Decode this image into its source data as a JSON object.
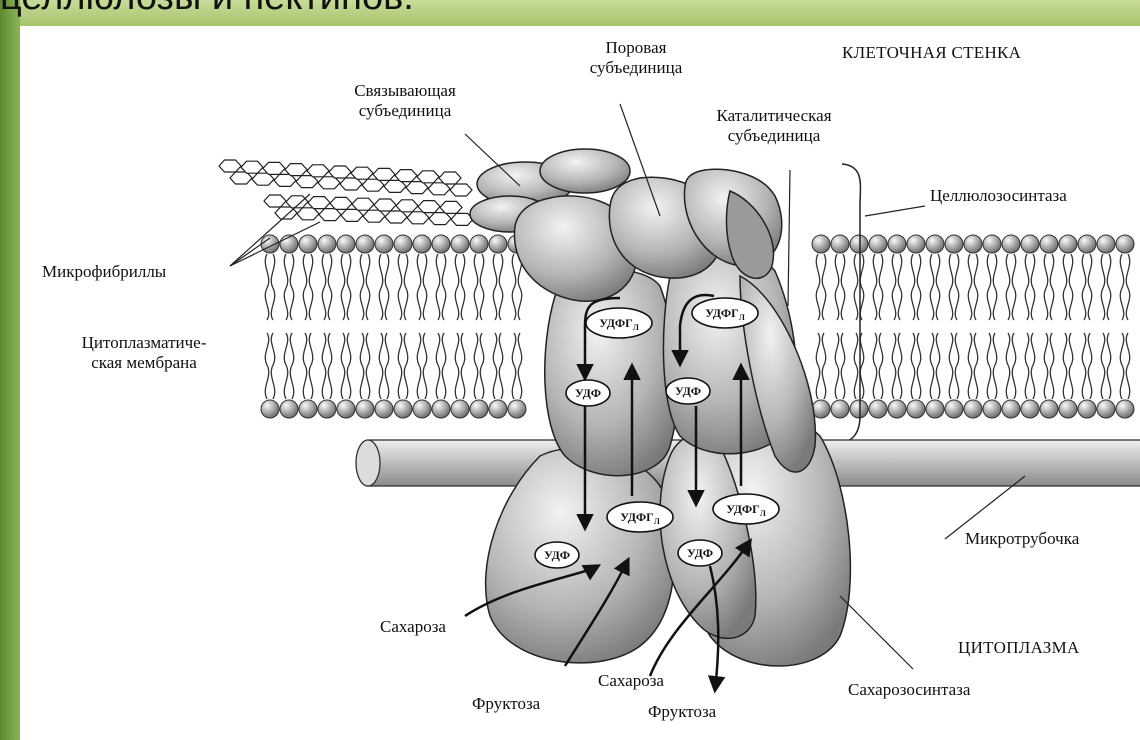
{
  "slide_title": "целлюлозы и пектинов.",
  "labels": {
    "cell_wall": "КЛЕТОЧНАЯ СТЕНКА",
    "cytoplasm": "ЦИТОПЛАЗМА",
    "pore_subunit_1": "Поровая",
    "pore_subunit_2": "субъединица",
    "binding_subunit_1": "Связывающая",
    "binding_subunit_2": "субъединица",
    "catalytic_subunit_1": "Каталитическая",
    "catalytic_subunit_2": "субъединица",
    "cellulose_synthase": "Целлюлозосинтаза",
    "microfibrils": "Микрофибриллы",
    "membrane_1": "Цитоплазматиче-",
    "membrane_2": "ская мембрана",
    "microtubule": "Микротрубочка",
    "sucrose_left": "Сахароза",
    "sucrose_right": "Сахароза",
    "fructose_left": "Фруктоза",
    "fructose_right": "Фруктоза",
    "sucrose_synthase": "Сахарозосинтаза"
  },
  "molecules": {
    "udpg": "УДФГ",
    "udpg_sub": "Л",
    "udp": "УДФ"
  }
}
